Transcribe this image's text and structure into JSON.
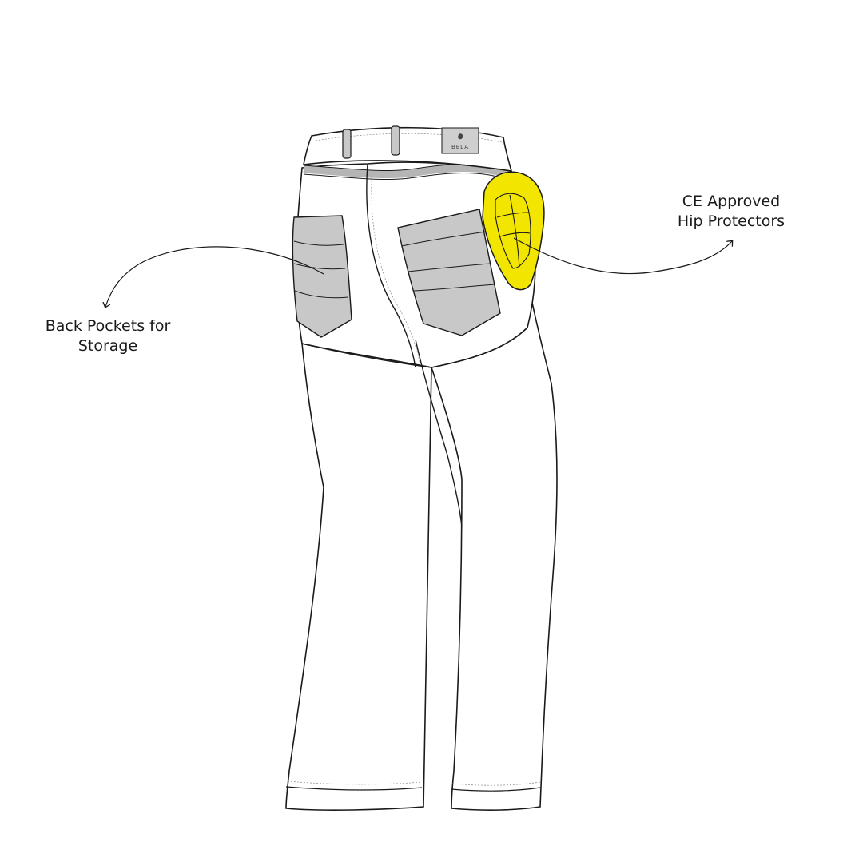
{
  "callouts": {
    "pockets": {
      "line1": "Back Pockets for",
      "line2": "Storage"
    },
    "hip": {
      "line1": "CE Approved",
      "line2": "Hip Protectors"
    }
  },
  "brand": {
    "label": "BELA"
  },
  "colors": {
    "outline": "#1a1a1a",
    "pocket_fill": "#c8c8c8",
    "protector_fill": "#f2e500",
    "fabric_fill": "#ffffff",
    "waistband_stripe": "#b5b5b5"
  },
  "icons": {
    "brand_logo": "horse-head-logo",
    "callout_arrows": "curved-arrow"
  }
}
